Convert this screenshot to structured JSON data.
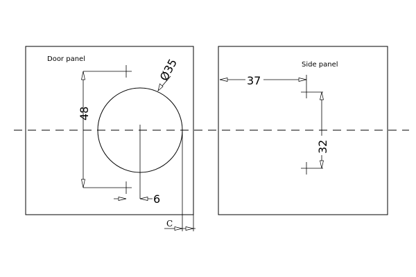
{
  "door_panel": {
    "label": "Door panel",
    "dim_48": "48",
    "dim_35": "Ø35",
    "dim_6": "6",
    "dim_c": "C"
  },
  "side_panel": {
    "label": "Side panel",
    "dim_37": "37",
    "dim_32": "32"
  }
}
